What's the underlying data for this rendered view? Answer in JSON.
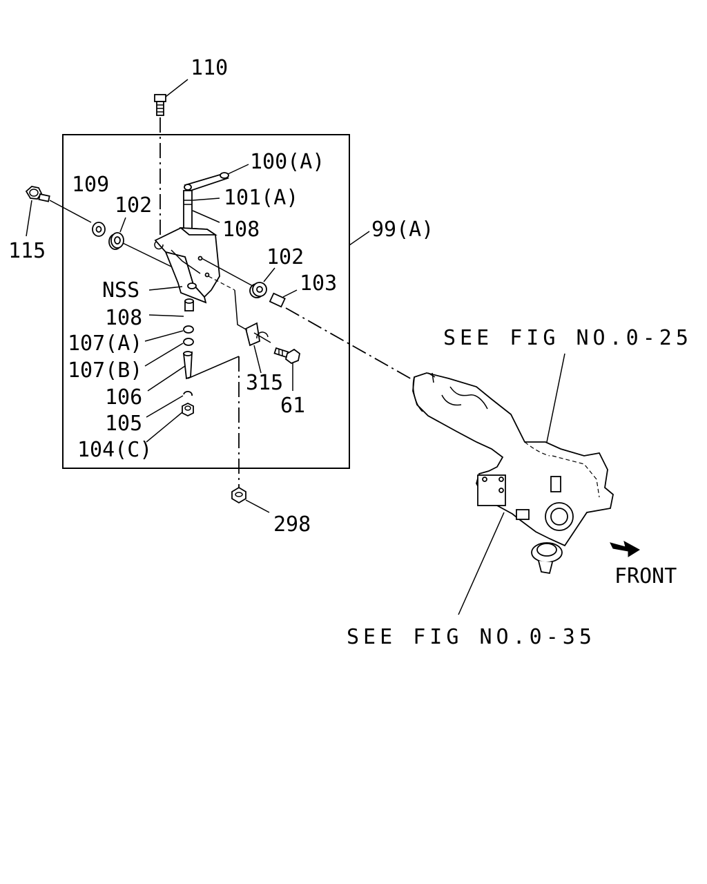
{
  "labels": {
    "p110": "110",
    "p100a": "100(A)",
    "p109": "109",
    "p102_top": "102",
    "p101a": "101(A)",
    "p108_top": "108",
    "p99a": "99(A)",
    "p115": "115",
    "p102_mid": "102",
    "p103": "103",
    "nss": "NSS",
    "p108_mid": "108",
    "p107a": "107(A)",
    "p107b": "107(B)",
    "p315": "315",
    "p61": "61",
    "p106": "106",
    "p105": "105",
    "p104c": "104(C)",
    "p298": "298",
    "see_fig_025": "SEE FIG NO.0-25",
    "see_fig_035": "SEE FIG NO.0-35",
    "front": "FRONT"
  },
  "icons": {
    "front_arrow": "arrow-right-down-icon"
  }
}
